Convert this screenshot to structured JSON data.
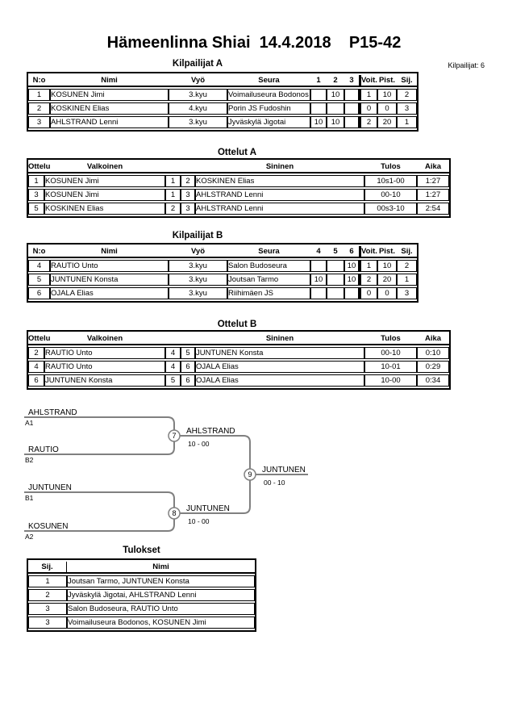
{
  "page": {
    "title": "Hämeenlinna Shiai  14.4.2018    P15-42",
    "competitors_note": "Kilpailijat: 6"
  },
  "colors": {
    "bracket_line": "#808080",
    "table_border": "#000000"
  },
  "pool_a": {
    "title": "Kilpailijat A",
    "columns": [
      "N:o",
      "Nimi",
      "Vyö",
      "Seura",
      "1",
      "2",
      "3",
      "Voit.",
      "Pist.",
      "Sij."
    ],
    "rows": [
      [
        "1",
        "KOSUNEN Jimi",
        "3.kyu",
        "Voimailuseura Bodonos",
        "",
        "10",
        "",
        "1",
        "10",
        "2"
      ],
      [
        "2",
        "KOSKINEN Elias",
        "4.kyu",
        "Porin JS Fudoshin",
        "",
        "",
        "",
        "0",
        "0",
        "3"
      ],
      [
        "3",
        "AHLSTRAND Lenni",
        "3.kyu",
        "Jyväskylä Jigotai",
        "10",
        "10",
        "",
        "2",
        "20",
        "1"
      ]
    ]
  },
  "matches_a": {
    "title": "Ottelut A",
    "columns": [
      "Ottelu",
      "Valkoinen",
      "Sininen",
      "Tulos",
      "Aika"
    ],
    "rows": [
      [
        "1",
        "KOSUNEN Jimi",
        "1",
        "2",
        "KOSKINEN Elias",
        "10s1-00",
        "1:27"
      ],
      [
        "3",
        "KOSUNEN Jimi",
        "1",
        "3",
        "AHLSTRAND Lenni",
        "00-10",
        "1:27"
      ],
      [
        "5",
        "KOSKINEN Elias",
        "2",
        "3",
        "AHLSTRAND Lenni",
        "00s3-10",
        "2:54"
      ]
    ]
  },
  "pool_b": {
    "title": "Kilpailijat B",
    "columns": [
      "N:o",
      "Nimi",
      "Vyö",
      "Seura",
      "4",
      "5",
      "6",
      "Voit.",
      "Pist.",
      "Sij."
    ],
    "rows": [
      [
        "4",
        "RAUTIO Unto",
        "3.kyu",
        "Salon Budoseura",
        "",
        "",
        "10",
        "1",
        "10",
        "2"
      ],
      [
        "5",
        "JUNTUNEN Konsta",
        "3.kyu",
        "Joutsan Tarmo",
        "10",
        "",
        "10",
        "2",
        "20",
        "1"
      ],
      [
        "6",
        "OJALA Elias",
        "3.kyu",
        "Riihimäen JS",
        "",
        "",
        "",
        "0",
        "0",
        "3"
      ]
    ]
  },
  "matches_b": {
    "title": "Ottelut B",
    "columns": [
      "Ottelu",
      "Valkoinen",
      "Sininen",
      "Tulos",
      "Aika"
    ],
    "rows": [
      [
        "2",
        "RAUTIO Unto",
        "4",
        "5",
        "JUNTUNEN Konsta",
        "00-10",
        "0:10"
      ],
      [
        "4",
        "RAUTIO Unto",
        "4",
        "6",
        "OJALA Elias",
        "10-01",
        "0:29"
      ],
      [
        "6",
        "JUNTUNEN Konsta",
        "5",
        "6",
        "OJALA Elias",
        "10-00",
        "0:34"
      ]
    ]
  },
  "bracket": {
    "semifinal_1": {
      "match_no": "7",
      "top_name": "AHLSTRAND",
      "top_seed": "A1",
      "bottom_name": "RAUTIO",
      "bottom_seed": "B2",
      "winner": "AHLSTRAND",
      "score": "10 - 00"
    },
    "semifinal_2": {
      "match_no": "8",
      "top_name": "JUNTUNEN",
      "top_seed": "B1",
      "bottom_name": "KOSUNEN",
      "bottom_seed": "A2",
      "winner": "JUNTUNEN",
      "score": "10 - 00"
    },
    "final": {
      "match_no": "9",
      "winner": "JUNTUNEN",
      "score": "00 - 10"
    }
  },
  "results": {
    "title": "Tulokset",
    "columns": [
      "Sij.",
      "Nimi"
    ],
    "rows": [
      [
        "1",
        "Joutsan Tarmo, JUNTUNEN Konsta"
      ],
      [
        "2",
        "Jyväskylä Jigotai, AHLSTRAND Lenni"
      ],
      [
        "3",
        "Salon Budoseura, RAUTIO Unto"
      ],
      [
        "3",
        "Voimailuseura Bodonos, KOSUNEN Jimi"
      ]
    ]
  }
}
